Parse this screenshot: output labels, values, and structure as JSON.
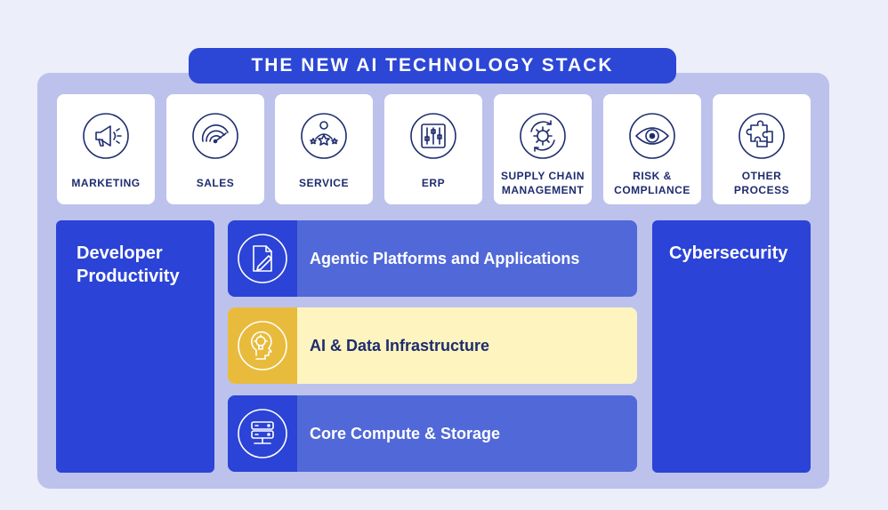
{
  "title": "THE NEW AI TECHNOLOGY STACK",
  "process_tiles": [
    {
      "label": "MARKETING",
      "icon": "megaphone-icon"
    },
    {
      "label": "SALES",
      "icon": "gauge-icon"
    },
    {
      "label": "SERVICE",
      "icon": "person-stars-icon"
    },
    {
      "label": "ERP",
      "icon": "sliders-icon"
    },
    {
      "label": "SUPPLY CHAIN\nMANAGEMENT",
      "icon": "gear-cycle-icon"
    },
    {
      "label": "RISK &\nCOMPLIANCE",
      "icon": "eye-icon"
    },
    {
      "label": "OTHER\nPROCESS",
      "icon": "puzzle-icon"
    }
  ],
  "left_block": {
    "label": "Developer\nProductivity"
  },
  "right_block": {
    "label": "Cybersecurity"
  },
  "layers": [
    {
      "label": "Agentic Platforms and Applications",
      "icon": "document-pen-icon"
    },
    {
      "label": "AI & Data Infrastructure",
      "icon": "brain-lightbulb-icon"
    },
    {
      "label": "Core Compute & Storage",
      "icon": "server-icon"
    }
  ],
  "colors": {
    "background": "#eceef9",
    "frame": "#bcc2ec",
    "primary_blue": "#2b43d6",
    "layer_blue": "#5068d8",
    "highlight_yellow": "#fdf4bf",
    "highlight_gold": "#e8bb3c",
    "tile_text": "#1e2c6e"
  }
}
